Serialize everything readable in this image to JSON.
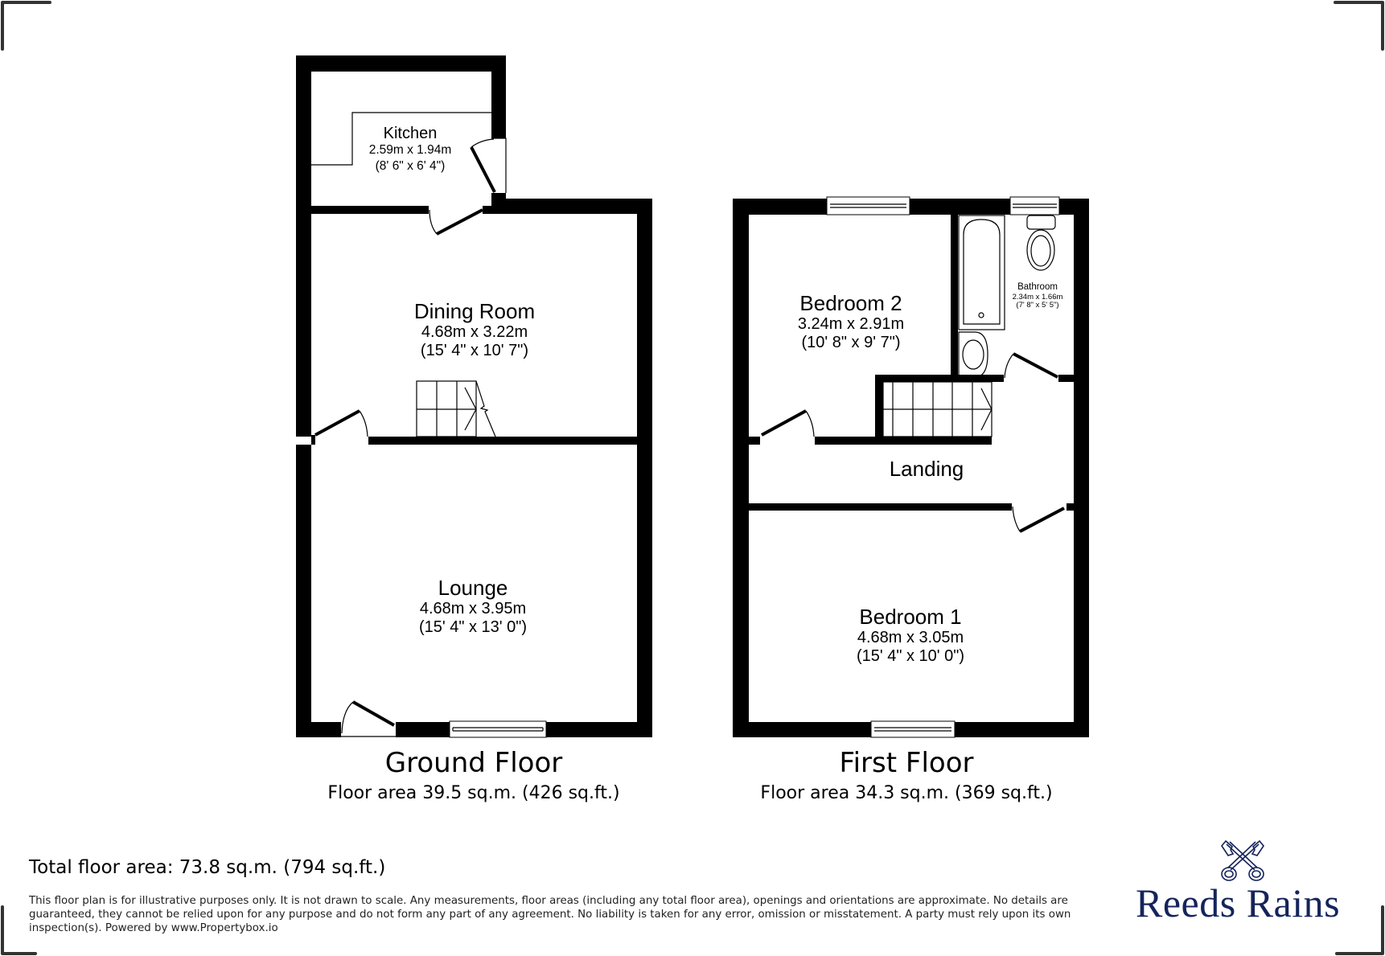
{
  "plan": {
    "ground_floor": {
      "title": "Ground Floor",
      "area": "Floor area 39.5 sq.m. (426 sq.ft.)",
      "rooms": [
        {
          "name": "Kitchen",
          "metric": "2.59m x 1.94m",
          "imperial": "(8' 6\" x 6' 4\")"
        },
        {
          "name": "Dining Room",
          "metric": "4.68m x 3.22m",
          "imperial": "(15' 4\" x 10' 7\")"
        },
        {
          "name": "Lounge",
          "metric": "4.68m x 3.95m",
          "imperial": "(15' 4\" x 13' 0\")"
        }
      ]
    },
    "first_floor": {
      "title": "First Floor",
      "area": "Floor area 34.3 sq.m. (369 sq.ft.)",
      "rooms": [
        {
          "name": "Bedroom 2",
          "metric": "3.24m x 2.91m",
          "imperial": "(10' 8\" x 9' 7\")"
        },
        {
          "name": "Bathroom",
          "metric": "2.34m x 1.66m",
          "imperial": "(7' 8\" x 5' 5\")"
        },
        {
          "name": "Landing"
        },
        {
          "name": "Bedroom 1",
          "metric": "4.68m x 3.05m",
          "imperial": "(15' 4\" x 10' 0\")"
        }
      ]
    }
  },
  "footer": {
    "total_area": "Total floor area: 73.8 sq.m. (794 sq.ft.)",
    "disclaimer": "This floor plan is for illustrative purposes only. It is not drawn to scale. Any measurements, floor areas (including any total floor area), openings and orientations are approximate. No details are guaranteed, they cannot be relied upon for any purpose and do not form any part of any agreement. No liability is taken for any error, omission or misstatement. A party must rely upon its own inspection(s). Powered by www.Propertybox.io"
  },
  "brand": {
    "name": "Reeds Rains",
    "logo_icon": "crossed-keys-icon",
    "color": "#14245c"
  },
  "colors": {
    "wall": "#000000",
    "corner_marks": "#333333",
    "background": "#ffffff"
  }
}
